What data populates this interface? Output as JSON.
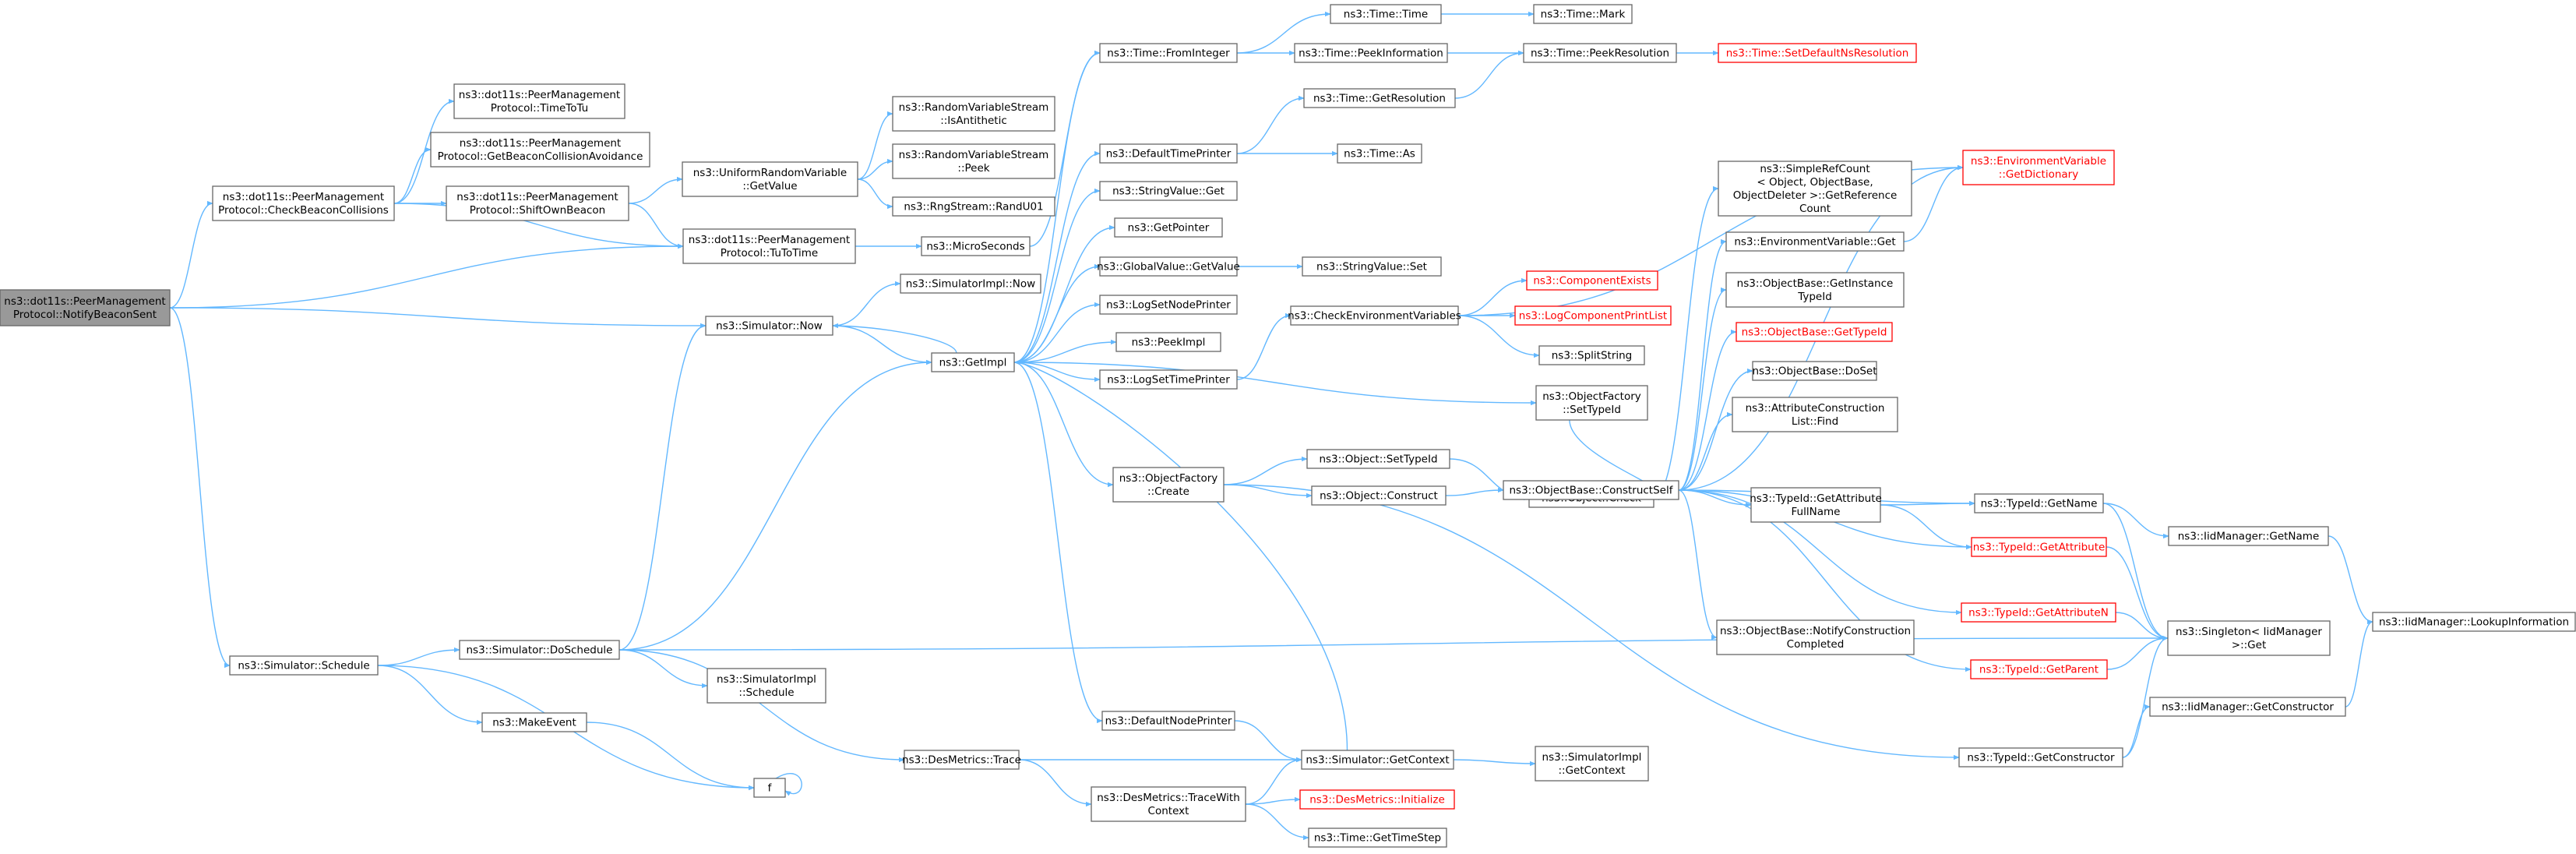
{
  "nodes": [
    {
      "id": "n0",
      "lines": [
        "ns3::dot11s::PeerManagement",
        "Protocol::NotifyBeaconSent"
      ],
      "root": true
    },
    {
      "id": "n1",
      "lines": [
        "ns3::dot11s::PeerManagement",
        "Protocol::CheckBeaconCollisions"
      ]
    },
    {
      "id": "n2",
      "lines": [
        "ns3::dot11s::PeerManagement",
        "Protocol::TimeToTu"
      ]
    },
    {
      "id": "n3",
      "lines": [
        "ns3::dot11s::PeerManagement",
        "Protocol::GetBeaconCollisionAvoidance"
      ]
    },
    {
      "id": "n4",
      "lines": [
        "ns3::dot11s::PeerManagement",
        "Protocol::ShiftOwnBeacon"
      ]
    },
    {
      "id": "n5",
      "lines": [
        "ns3::dot11s::PeerManagement",
        "Protocol::TuToTime"
      ]
    },
    {
      "id": "n6",
      "lines": [
        "ns3::UniformRandomVariable",
        "::GetValue"
      ]
    },
    {
      "id": "n7",
      "lines": [
        "ns3::RandomVariableStream",
        "::IsAntithetic"
      ]
    },
    {
      "id": "n8",
      "lines": [
        "ns3::RandomVariableStream",
        "::Peek"
      ]
    },
    {
      "id": "n9",
      "lines": [
        "ns3::RngStream::RandU01"
      ]
    },
    {
      "id": "n10",
      "lines": [
        "ns3::MicroSeconds"
      ]
    },
    {
      "id": "n11",
      "lines": [
        "ns3::Simulator::Now"
      ]
    },
    {
      "id": "n12",
      "lines": [
        "ns3::SimulatorImpl::Now"
      ]
    },
    {
      "id": "n13",
      "lines": [
        "ns3::GetImpl"
      ]
    },
    {
      "id": "n14",
      "lines": [
        "ns3::Time::FromInteger"
      ]
    },
    {
      "id": "n15",
      "lines": [
        "ns3::Time::Time"
      ]
    },
    {
      "id": "n16",
      "lines": [
        "ns3::Time::Mark"
      ]
    },
    {
      "id": "n17",
      "lines": [
        "ns3::Time::PeekInformation"
      ]
    },
    {
      "id": "n18",
      "lines": [
        "ns3::Time::PeekResolution"
      ]
    },
    {
      "id": "n19",
      "lines": [
        "ns3::Time::SetDefaultNsResolution"
      ],
      "red": true
    },
    {
      "id": "n20",
      "lines": [
        "ns3::Time::GetResolution"
      ]
    },
    {
      "id": "n21",
      "lines": [
        "ns3::DefaultTimePrinter"
      ]
    },
    {
      "id": "n22",
      "lines": [
        "ns3::Time::As"
      ]
    },
    {
      "id": "n23",
      "lines": [
        "ns3::StringValue::Get"
      ]
    },
    {
      "id": "n24",
      "lines": [
        "ns3::GetPointer"
      ]
    },
    {
      "id": "n25",
      "lines": [
        "ns3::GlobalValue::GetValue"
      ]
    },
    {
      "id": "n26",
      "lines": [
        "ns3::StringValue::Set"
      ]
    },
    {
      "id": "n27",
      "lines": [
        "ns3::LogSetNodePrinter"
      ]
    },
    {
      "id": "n28",
      "lines": [
        "ns3::PeekImpl"
      ]
    },
    {
      "id": "n29",
      "lines": [
        "ns3::LogSetTimePrinter"
      ]
    },
    {
      "id": "n30",
      "lines": [
        "ns3::CheckEnvironmentVariables"
      ]
    },
    {
      "id": "n31",
      "lines": [
        "ns3::EnvironmentVariable",
        "::GetDictionary"
      ],
      "red": true
    },
    {
      "id": "n32",
      "lines": [
        "ns3::ComponentExists"
      ],
      "red": true
    },
    {
      "id": "n33",
      "lines": [
        "ns3::LogComponentPrintList"
      ],
      "red": true
    },
    {
      "id": "n34",
      "lines": [
        "ns3::SplitString"
      ]
    },
    {
      "id": "n35",
      "lines": [
        "ns3::SimpleRefCount",
        "< Object, ObjectBase,",
        "ObjectDeleter >::GetReference",
        "Count"
      ]
    },
    {
      "id": "n36",
      "lines": [
        "ns3::EnvironmentVariable::Get"
      ]
    },
    {
      "id": "n37",
      "lines": [
        "ns3::ObjectBase::GetInstance",
        "TypeId"
      ]
    },
    {
      "id": "n38",
      "lines": [
        "ns3::ObjectBase::GetTypeId"
      ],
      "red": true
    },
    {
      "id": "n39",
      "lines": [
        "ns3::ObjectBase::DoSet"
      ]
    },
    {
      "id": "n40",
      "lines": [
        "ns3::AttributeConstruction",
        "List::Find"
      ]
    },
    {
      "id": "n41",
      "lines": [
        "ns3::ObjectFactory",
        "::SetTypeId"
      ]
    },
    {
      "id": "n42",
      "lines": [
        "ns3::ObjectFactory",
        "::Create"
      ]
    },
    {
      "id": "n43",
      "lines": [
        "ns3::Object::SetTypeId"
      ]
    },
    {
      "id": "n44",
      "lines": [
        "ns3::Object::Check"
      ]
    },
    {
      "id": "n45",
      "lines": [
        "ns3::Object::Construct"
      ]
    },
    {
      "id": "n46",
      "lines": [
        "ns3::ObjectBase::ConstructSelf"
      ]
    },
    {
      "id": "n47",
      "lines": [
        "ns3::TypeId::GetAttribute",
        "FullName"
      ]
    },
    {
      "id": "n48",
      "lines": [
        "ns3::TypeId::GetName"
      ]
    },
    {
      "id": "n49",
      "lines": [
        "ns3::TypeId::GetAttribute"
      ],
      "red": true
    },
    {
      "id": "n50",
      "lines": [
        "ns3::IidManager::GetName"
      ]
    },
    {
      "id": "n51",
      "lines": [
        "ns3::IidManager::LookupInformation"
      ]
    },
    {
      "id": "n52",
      "lines": [
        "ns3::TypeId::GetAttributeN"
      ],
      "red": true
    },
    {
      "id": "n53",
      "lines": [
        "ns3::Singleton< IidManager",
        " >::Get"
      ]
    },
    {
      "id": "n54",
      "lines": [
        "ns3::ObjectBase::NotifyConstruction",
        "Completed"
      ]
    },
    {
      "id": "n55",
      "lines": [
        "ns3::TypeId::GetParent"
      ],
      "red": true
    },
    {
      "id": "n56",
      "lines": [
        "ns3::IidManager::GetConstructor"
      ]
    },
    {
      "id": "n57",
      "lines": [
        "ns3::TypeId::GetConstructor"
      ]
    },
    {
      "id": "n58",
      "lines": [
        "ns3::Simulator::Schedule"
      ]
    },
    {
      "id": "n59",
      "lines": [
        "ns3::Simulator::DoSchedule"
      ]
    },
    {
      "id": "n60",
      "lines": [
        "ns3::SimulatorImpl",
        "::Schedule"
      ]
    },
    {
      "id": "n61",
      "lines": [
        "ns3::MakeEvent"
      ]
    },
    {
      "id": "n62",
      "lines": [
        "f"
      ]
    },
    {
      "id": "n63",
      "lines": [
        "ns3::DesMetrics::Trace"
      ]
    },
    {
      "id": "n64",
      "lines": [
        "ns3::DefaultNodePrinter"
      ]
    },
    {
      "id": "n65",
      "lines": [
        "ns3::Simulator::GetContext"
      ]
    },
    {
      "id": "n66",
      "lines": [
        "ns3::SimulatorImpl",
        "::GetContext"
      ]
    },
    {
      "id": "n67",
      "lines": [
        "ns3::DesMetrics::TraceWith",
        "Context"
      ]
    },
    {
      "id": "n68",
      "lines": [
        "ns3::DesMetrics::Initialize"
      ],
      "red": true
    },
    {
      "id": "n69",
      "lines": [
        "ns3::Time::GetTimeStep"
      ]
    }
  ],
  "edges": [
    [
      "n0",
      "n1"
    ],
    [
      "n0",
      "n5"
    ],
    [
      "n0",
      "n11"
    ],
    [
      "n0",
      "n58"
    ],
    [
      "n1",
      "n2"
    ],
    [
      "n1",
      "n3"
    ],
    [
      "n1",
      "n4"
    ],
    [
      "n1",
      "n5"
    ],
    [
      "n4",
      "n6"
    ],
    [
      "n4",
      "n5"
    ],
    [
      "n6",
      "n7"
    ],
    [
      "n6",
      "n8"
    ],
    [
      "n6",
      "n9"
    ],
    [
      "n5",
      "n10"
    ],
    [
      "n10",
      "n14"
    ],
    [
      "n11",
      "n12"
    ],
    [
      "n11",
      "n13"
    ],
    [
      "n13",
      "n11"
    ],
    [
      "n13",
      "n14"
    ],
    [
      "n13",
      "n21"
    ],
    [
      "n13",
      "n23"
    ],
    [
      "n13",
      "n24"
    ],
    [
      "n13",
      "n25"
    ],
    [
      "n13",
      "n27"
    ],
    [
      "n13",
      "n28"
    ],
    [
      "n13",
      "n29"
    ],
    [
      "n13",
      "n41"
    ],
    [
      "n13",
      "n42"
    ],
    [
      "n13",
      "n64"
    ],
    [
      "n14",
      "n15"
    ],
    [
      "n14",
      "n17"
    ],
    [
      "n15",
      "n16"
    ],
    [
      "n17",
      "n18"
    ],
    [
      "n18",
      "n19"
    ],
    [
      "n21",
      "n20"
    ],
    [
      "n21",
      "n22"
    ],
    [
      "n20",
      "n18"
    ],
    [
      "n25",
      "n26"
    ],
    [
      "n29",
      "n30"
    ],
    [
      "n30",
      "n31"
    ],
    [
      "n30",
      "n32"
    ],
    [
      "n30",
      "n33"
    ],
    [
      "n30",
      "n34"
    ],
    [
      "n41",
      "n44"
    ],
    [
      "n44",
      "n35"
    ],
    [
      "n42",
      "n43"
    ],
    [
      "n42",
      "n45"
    ],
    [
      "n42",
      "n57"
    ],
    [
      "n43",
      "n44"
    ],
    [
      "n45",
      "n46"
    ],
    [
      "n46",
      "n36"
    ],
    [
      "n46",
      "n37"
    ],
    [
      "n46",
      "n38"
    ],
    [
      "n46",
      "n39"
    ],
    [
      "n46",
      "n40"
    ],
    [
      "n46",
      "n47"
    ],
    [
      "n46",
      "n48"
    ],
    [
      "n46",
      "n49"
    ],
    [
      "n46",
      "n52"
    ],
    [
      "n46",
      "n54"
    ],
    [
      "n46",
      "n55"
    ],
    [
      "n46",
      "n31"
    ],
    [
      "n36",
      "n31"
    ],
    [
      "n47",
      "n48"
    ],
    [
      "n47",
      "n49"
    ],
    [
      "n48",
      "n50"
    ],
    [
      "n48",
      "n53"
    ],
    [
      "n49",
      "n53"
    ],
    [
      "n52",
      "n53"
    ],
    [
      "n55",
      "n53"
    ],
    [
      "n50",
      "n51"
    ],
    [
      "n57",
      "n56"
    ],
    [
      "n57",
      "n53"
    ],
    [
      "n56",
      "n51"
    ],
    [
      "n58",
      "n59"
    ],
    [
      "n58",
      "n61"
    ],
    [
      "n58",
      "n62"
    ],
    [
      "n59",
      "n11"
    ],
    [
      "n59",
      "n13"
    ],
    [
      "n59",
      "n60"
    ],
    [
      "n59",
      "n63"
    ],
    [
      "n59",
      "n53"
    ],
    [
      "n61",
      "n62"
    ],
    [
      "n62",
      "n62"
    ],
    [
      "n63",
      "n65"
    ],
    [
      "n63",
      "n67"
    ],
    [
      "n64",
      "n65"
    ],
    [
      "n65",
      "n13"
    ],
    [
      "n65",
      "n66"
    ],
    [
      "n67",
      "n65"
    ],
    [
      "n67",
      "n68"
    ],
    [
      "n67",
      "n69"
    ]
  ]
}
